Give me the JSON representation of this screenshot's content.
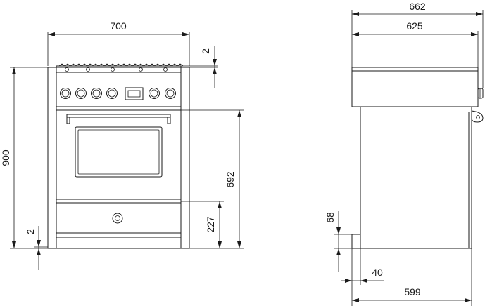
{
  "front_view": {
    "width_label": "700",
    "height_label": "900",
    "top_gap_label": "2",
    "bottom_gap_label": "2",
    "oven_height_label": "692",
    "drawer_height_label": "227"
  },
  "side_view": {
    "overall_depth_label": "662",
    "body_depth_label": "625",
    "plinth_height_label": "68",
    "plinth_setback_label": "40",
    "base_depth_label": "599"
  }
}
